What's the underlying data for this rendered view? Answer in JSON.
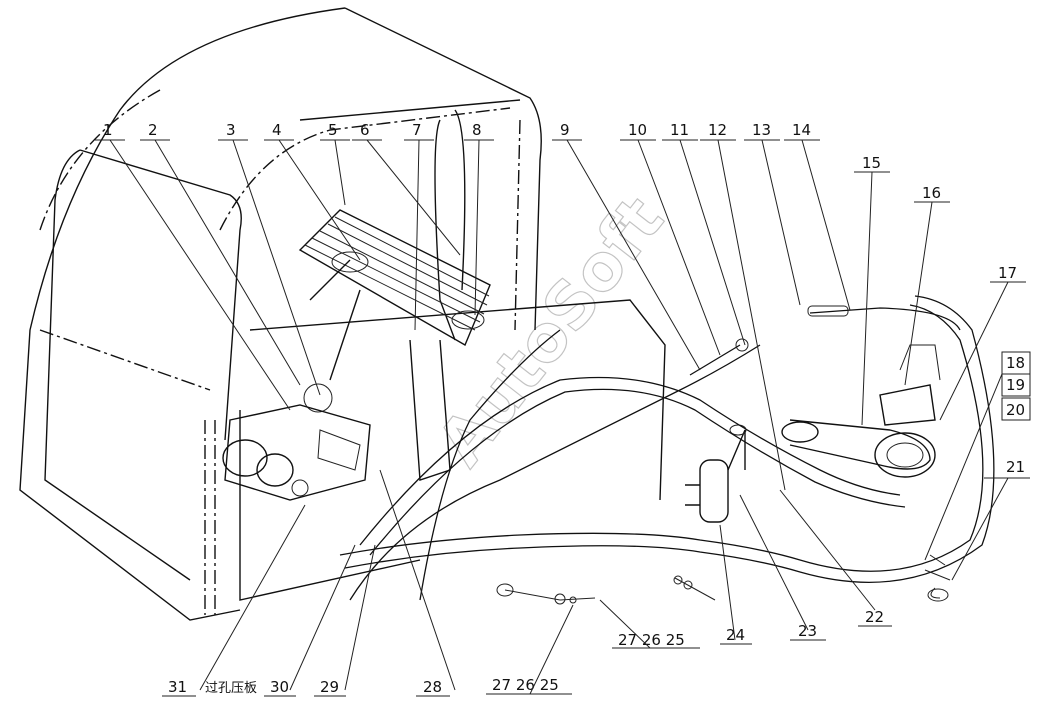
{
  "watermark": "AutoSoft",
  "note_cn": "过孔压板",
  "callouts": [
    "1",
    "2",
    "3",
    "4",
    "5",
    "6",
    "7",
    "8",
    "9",
    "10",
    "11",
    "12",
    "13",
    "14",
    "15",
    "16",
    "17",
    "18",
    "19",
    "20",
    "21",
    "22",
    "23",
    "24",
    "25",
    "26",
    "27",
    "28",
    "29",
    "30",
    "31"
  ],
  "bottom_groups": [
    "27 26 25",
    "27 26 25"
  ]
}
